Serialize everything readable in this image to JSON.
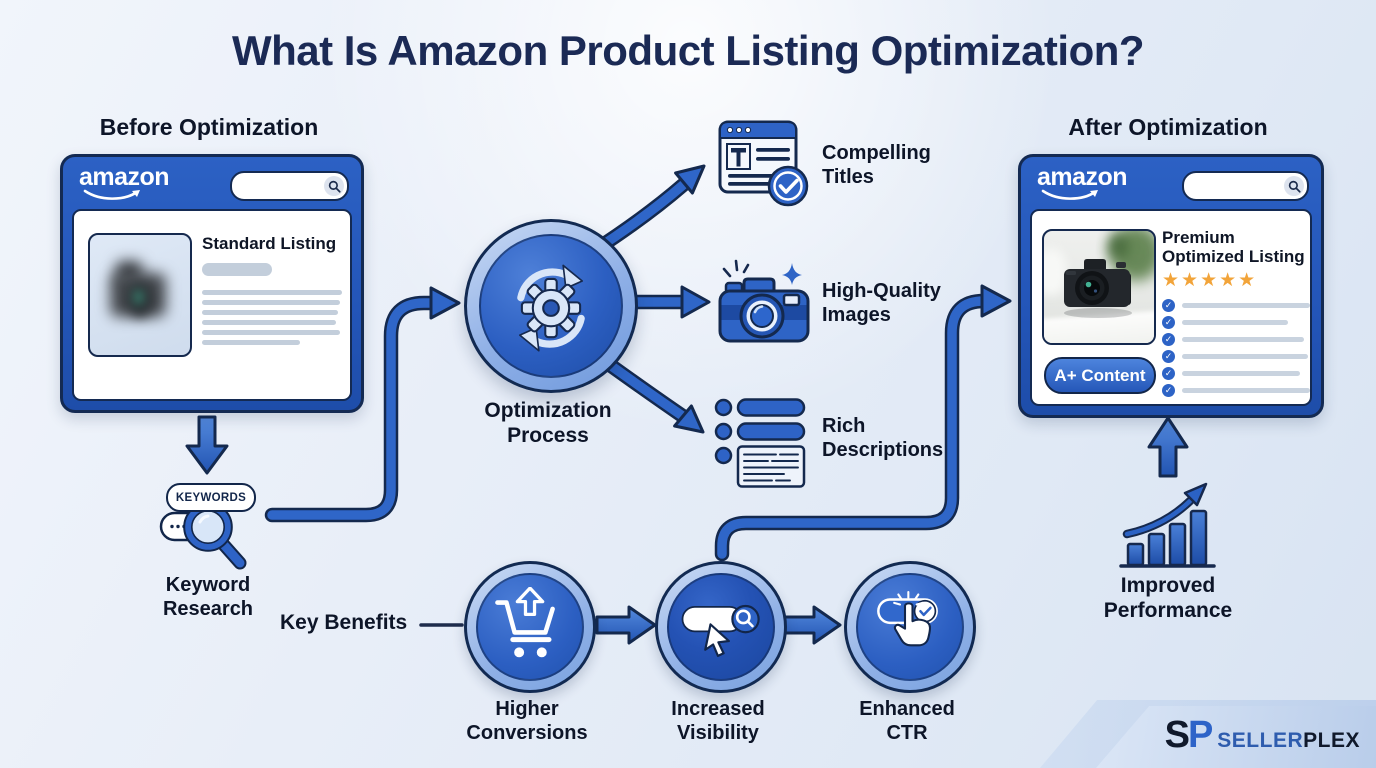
{
  "title": "What Is Amazon Product Listing Optimization?",
  "before": {
    "heading": "Before Optimization",
    "brand": "amazon",
    "listing_title": "Standard Listing"
  },
  "keyword": {
    "tag": "KEYWORDS",
    "label_line1": "Keyword",
    "label_line2": "Research"
  },
  "process": {
    "label_line1": "Optimization",
    "label_line2": "Process"
  },
  "outputs": [
    {
      "label_line1": "Compelling",
      "label_line2": "Titles"
    },
    {
      "label_line1": "High-Quality",
      "label_line2": "Images"
    },
    {
      "label_line1": "Rich",
      "label_line2": "Descriptions"
    }
  ],
  "after": {
    "heading": "After Optimization",
    "brand": "amazon",
    "listing_title_line1": "Premium",
    "listing_title_line2": "Optimized Listing",
    "rating_stars": "★★★★★",
    "badge": "A+ Content"
  },
  "benefits": {
    "heading": "Key Benefits",
    "items": [
      {
        "label_line1": "Higher",
        "label_line2": "Conversions"
      },
      {
        "label_line1": "Increased",
        "label_line2": "Visibility"
      },
      {
        "label_line1": "Enhanced",
        "label_line2": "CTR"
      }
    ]
  },
  "performance": {
    "label_line1": "Improved",
    "label_line2": "Performance"
  },
  "logo": {
    "mark_s": "S",
    "mark_p": "P",
    "word_part1": "SELLER",
    "word_part2": "PLEX"
  },
  "colors": {
    "primary_blue": "#2f66c8",
    "dark_navy": "#14294e",
    "header_blue": "#2457ba",
    "star_gold": "#f2a43a",
    "background": "#e8eef8"
  }
}
